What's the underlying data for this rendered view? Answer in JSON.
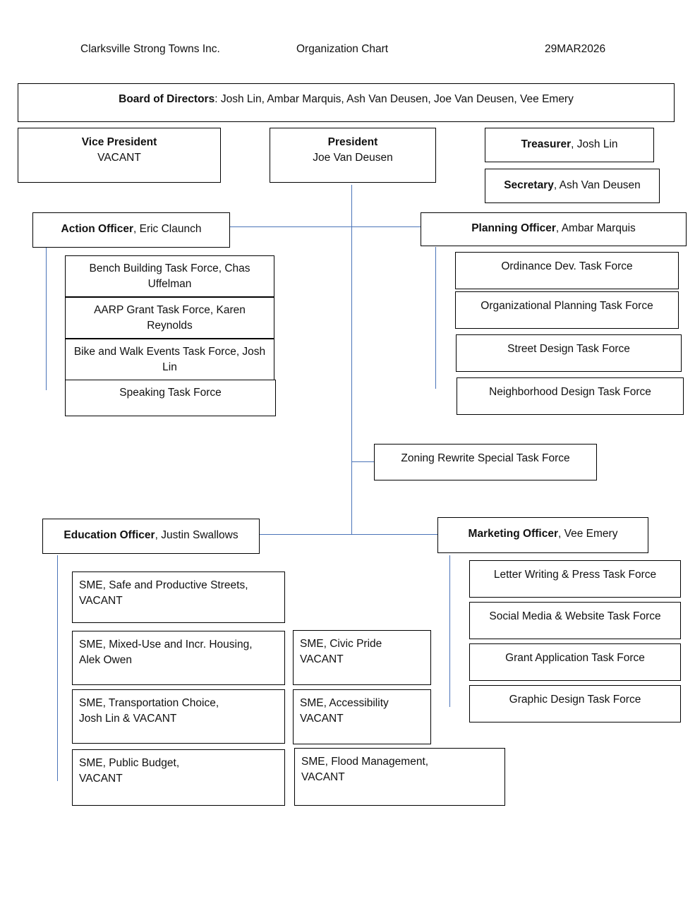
{
  "header": {
    "organization": "Clarksville Strong Towns Inc.",
    "title": "Organization Chart",
    "date": "29MAR2026"
  },
  "colors": {
    "connector": "#4a73b8",
    "connector_pale": "#b9cbe6",
    "box_border": "#000000",
    "text": "#111111",
    "background": "#ffffff"
  },
  "board": {
    "role": "Board of Directors",
    "separator": ": ",
    "members": "Josh Lin, Ambar Marquis, Ash Van Deusen, Joe Van Deusen, Vee Emery"
  },
  "executives": {
    "vice_president": {
      "role": "Vice President",
      "name": "VACANT"
    },
    "president": {
      "role": "President",
      "name": "Joe Van Deusen"
    },
    "treasurer": {
      "role": "Treasurer",
      "separator": ", ",
      "name": "Josh Lin"
    },
    "secretary": {
      "role": "Secretary",
      "separator": ", ",
      "name": "Ash Van Deusen"
    }
  },
  "officers": {
    "action": {
      "role": "Action Officer",
      "separator": ", ",
      "name": "Eric Claunch"
    },
    "planning": {
      "role": "Planning Officer",
      "separator": ", ",
      "name": "Ambar Marquis"
    },
    "education": {
      "role": "Education Officer",
      "separator": ", ",
      "name": "Justin Swallows"
    },
    "marketing": {
      "role": "Marketing Officer",
      "separator": ", ",
      "name": "Vee Emery"
    }
  },
  "action_task_forces": [
    {
      "label": "Bench Building Task Force, Chas Uffelman"
    },
    {
      "label": "AARP Grant Task Force, Karen Reynolds"
    },
    {
      "label": "Bike and Walk Events Task Force, Josh Lin"
    },
    {
      "label": "Speaking Task Force"
    }
  ],
  "planning_task_forces": [
    {
      "label": "Ordinance Dev. Task Force"
    },
    {
      "label": "Organizational Planning Task Force"
    },
    {
      "label": "Street Design Task Force"
    },
    {
      "label": "Neighborhood Design Task Force"
    }
  ],
  "special_task_force": {
    "label": "Zoning Rewrite Special Task Force"
  },
  "education_smes_left": [
    {
      "line1": "SME, Safe and Productive Streets,",
      "line2": "VACANT"
    },
    {
      "line1": "SME, Mixed-Use and Incr. Housing,",
      "line2": "Alek Owen"
    },
    {
      "line1": "SME, Transportation Choice,",
      "line2": "Josh Lin & VACANT"
    },
    {
      "line1": "SME, Public Budget,",
      "line2": "VACANT"
    }
  ],
  "education_smes_right": [
    {
      "line1": "SME, Civic Pride",
      "line2": "VACANT"
    },
    {
      "line1": "SME, Accessibility",
      "line2": "VACANT"
    },
    {
      "line1": "SME, Flood Management,",
      "line2": "VACANT"
    }
  ],
  "marketing_task_forces": [
    {
      "label": "Letter Writing & Press Task Force"
    },
    {
      "label": "Social Media & Website Task Force"
    },
    {
      "label": "Grant Application Task Force"
    },
    {
      "label": "Graphic Design Task Force"
    }
  ]
}
